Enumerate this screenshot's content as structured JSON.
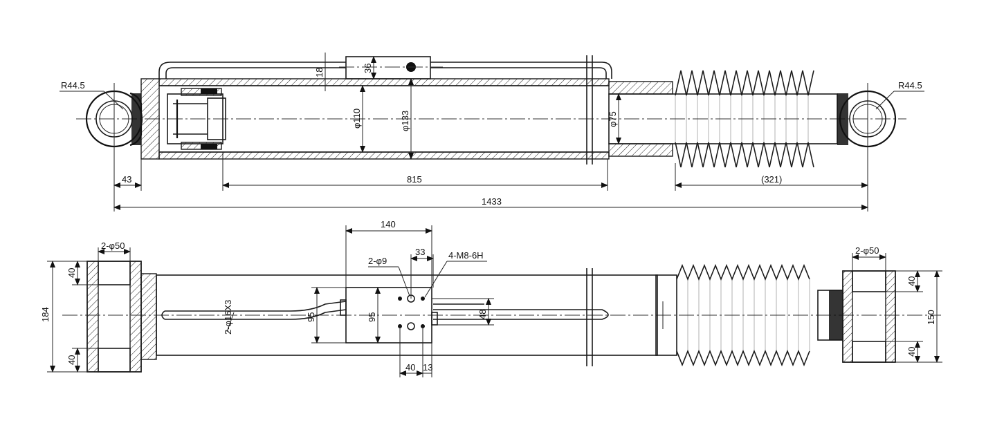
{
  "dimensions": {
    "radius_left": "R44.5",
    "radius_right": "R44.5",
    "eye_end_length": "43",
    "stroke_length": "815",
    "boot_length": "(321)",
    "overall_length": "1433",
    "pipe_offset": "18",
    "block_height": "36",
    "bore_dia": "φ110",
    "tube_dia": "φ133",
    "rod_dia": "φ75",
    "block_width": "140",
    "hole_offset": "33",
    "holes_small": "2-φ9",
    "thread_holes": "4-M8-6H",
    "pin_dia_left": "2-φ50",
    "pin_dia_right": "2-φ50",
    "eye_width": "184",
    "eye_top": "40",
    "eye_bottom": "40",
    "pipe_spec": "2-φ16X3",
    "block_side_h": "95",
    "block_inner_h": "95",
    "block_offset_48": "48",
    "hole_spacing": "40",
    "hole_edge": "13",
    "right_eye_width": "150",
    "right_eye_top": "40",
    "right_eye_bottom": "40"
  }
}
